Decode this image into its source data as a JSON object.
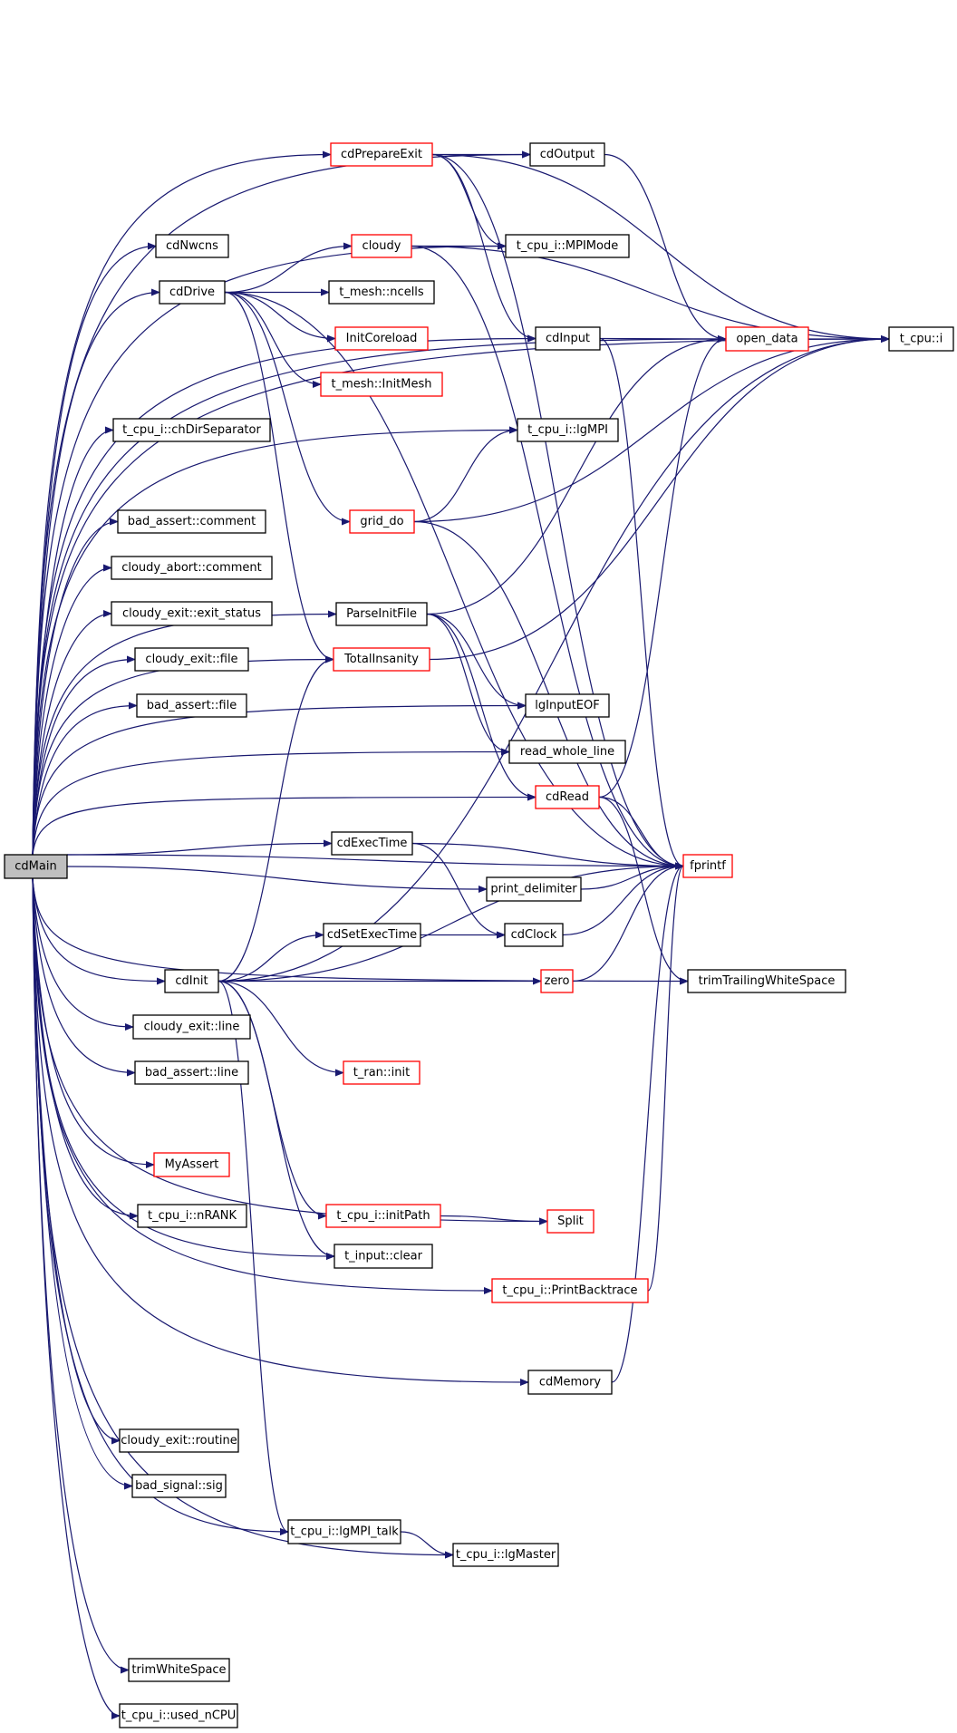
{
  "graph": {
    "type": "call-graph",
    "root": "cdMain",
    "edge_color": "#191970",
    "node_border_normal": "#000000",
    "node_border_truncated": "#ff0000",
    "root_fill": "#bfbfbf",
    "nodes": [
      {
        "id": "cdMain",
        "label": "cdMain",
        "truncated": false
      },
      {
        "id": "cdPrepareExit",
        "label": "cdPrepareExit",
        "truncated": true
      },
      {
        "id": "cdOutput",
        "label": "cdOutput",
        "truncated": false
      },
      {
        "id": "cdNwcns",
        "label": "cdNwcns",
        "truncated": false
      },
      {
        "id": "cloudy",
        "label": "cloudy",
        "truncated": true
      },
      {
        "id": "MPIMode",
        "label": "t_cpu_i::MPIMode",
        "truncated": false
      },
      {
        "id": "cdDrive",
        "label": "cdDrive",
        "truncated": false
      },
      {
        "id": "ncells",
        "label": "t_mesh::ncells",
        "truncated": false
      },
      {
        "id": "InitCoreload",
        "label": "InitCoreload",
        "truncated": true
      },
      {
        "id": "cdInput",
        "label": "cdInput",
        "truncated": false
      },
      {
        "id": "open_data",
        "label": "open_data",
        "truncated": true
      },
      {
        "id": "tcpui",
        "label": "t_cpu::i",
        "truncated": false
      },
      {
        "id": "InitMesh",
        "label": "t_mesh::InitMesh",
        "truncated": true
      },
      {
        "id": "chDirSeparator",
        "label": "t_cpu_i::chDirSeparator",
        "truncated": false
      },
      {
        "id": "lgMPI",
        "label": "t_cpu_i::lgMPI",
        "truncated": false
      },
      {
        "id": "ba_comment",
        "label": "bad_assert::comment",
        "truncated": false
      },
      {
        "id": "grid_do",
        "label": "grid_do",
        "truncated": true
      },
      {
        "id": "ca_comment",
        "label": "cloudy_abort::comment",
        "truncated": false
      },
      {
        "id": "exit_status",
        "label": "cloudy_exit::exit_status",
        "truncated": false
      },
      {
        "id": "ParseInitFile",
        "label": "ParseInitFile",
        "truncated": false
      },
      {
        "id": "ce_file",
        "label": "cloudy_exit::file",
        "truncated": false
      },
      {
        "id": "TotalInsanity",
        "label": "TotalInsanity",
        "truncated": true
      },
      {
        "id": "ba_file",
        "label": "bad_assert::file",
        "truncated": false
      },
      {
        "id": "lgInputEOF",
        "label": "lgInputEOF",
        "truncated": false
      },
      {
        "id": "read_whole_line",
        "label": "read_whole_line",
        "truncated": false
      },
      {
        "id": "cdRead",
        "label": "cdRead",
        "truncated": true
      },
      {
        "id": "cdExecTime",
        "label": "cdExecTime",
        "truncated": false
      },
      {
        "id": "fprintf",
        "label": "fprintf",
        "truncated": true
      },
      {
        "id": "print_delimiter",
        "label": "print_delimiter",
        "truncated": false
      },
      {
        "id": "cdSetExecTime",
        "label": "cdSetExecTime",
        "truncated": false
      },
      {
        "id": "cdClock",
        "label": "cdClock",
        "truncated": false
      },
      {
        "id": "cdInit",
        "label": "cdInit",
        "truncated": false
      },
      {
        "id": "zero",
        "label": "zero",
        "truncated": true
      },
      {
        "id": "trimTrailing",
        "label": "trimTrailingWhiteSpace",
        "truncated": false
      },
      {
        "id": "ce_line",
        "label": "cloudy_exit::line",
        "truncated": false
      },
      {
        "id": "ba_line",
        "label": "bad_assert::line",
        "truncated": false
      },
      {
        "id": "ran_init",
        "label": "t_ran::init",
        "truncated": true
      },
      {
        "id": "MyAssert",
        "label": "MyAssert",
        "truncated": true
      },
      {
        "id": "nRANK",
        "label": "t_cpu_i::nRANK",
        "truncated": false
      },
      {
        "id": "initPath",
        "label": "t_cpu_i::initPath",
        "truncated": true
      },
      {
        "id": "Split",
        "label": "Split",
        "truncated": true
      },
      {
        "id": "input_clear",
        "label": "t_input::clear",
        "truncated": false
      },
      {
        "id": "PrintBacktrace",
        "label": "t_cpu_i::PrintBacktrace",
        "truncated": true
      },
      {
        "id": "cdMemory",
        "label": "cdMemory",
        "truncated": false
      },
      {
        "id": "ce_routine",
        "label": "cloudy_exit::routine",
        "truncated": false
      },
      {
        "id": "bs_sig",
        "label": "bad_signal::sig",
        "truncated": false
      },
      {
        "id": "lgMPI_talk",
        "label": "t_cpu_i::lgMPI_talk",
        "truncated": false
      },
      {
        "id": "lgMaster",
        "label": "t_cpu_i::lgMaster",
        "truncated": false
      },
      {
        "id": "trimWhiteSpace",
        "label": "trimWhiteSpace",
        "truncated": false
      },
      {
        "id": "used_nCPU",
        "label": "t_cpu_i::used_nCPU",
        "truncated": false
      }
    ],
    "edges": [
      [
        "cdMain",
        "tcpui"
      ],
      [
        "cdMain",
        "cdOutput"
      ],
      [
        "cdMain",
        "open_data"
      ],
      [
        "cdMain",
        "cdPrepareExit"
      ],
      [
        "cdMain",
        "MPIMode"
      ],
      [
        "cdMain",
        "cdNwcns"
      ],
      [
        "cdMain",
        "cdDrive"
      ],
      [
        "cdMain",
        "cdInput"
      ],
      [
        "cdMain",
        "chDirSeparator"
      ],
      [
        "cdMain",
        "lgMPI"
      ],
      [
        "cdMain",
        "ba_comment"
      ],
      [
        "cdMain",
        "fprintf"
      ],
      [
        "cdMain",
        "ca_comment"
      ],
      [
        "cdMain",
        "exit_status"
      ],
      [
        "cdMain",
        "ParseInitFile"
      ],
      [
        "cdMain",
        "TotalInsanity"
      ],
      [
        "cdMain",
        "ce_file"
      ],
      [
        "cdMain",
        "ba_file"
      ],
      [
        "cdMain",
        "lgInputEOF"
      ],
      [
        "cdMain",
        "read_whole_line"
      ],
      [
        "cdMain",
        "cdRead"
      ],
      [
        "cdMain",
        "cdExecTime"
      ],
      [
        "cdMain",
        "print_delimiter"
      ],
      [
        "cdMain",
        "cdInit"
      ],
      [
        "cdMain",
        "ce_line"
      ],
      [
        "cdMain",
        "ba_line"
      ],
      [
        "cdMain",
        "MyAssert"
      ],
      [
        "cdMain",
        "nRANK"
      ],
      [
        "cdMain",
        "input_clear"
      ],
      [
        "cdMain",
        "Split"
      ],
      [
        "cdMain",
        "PrintBacktrace"
      ],
      [
        "cdMain",
        "cdMemory"
      ],
      [
        "cdMain",
        "ce_routine"
      ],
      [
        "cdMain",
        "bs_sig"
      ],
      [
        "cdMain",
        "lgMPI_talk"
      ],
      [
        "cdMain",
        "lgMaster"
      ],
      [
        "cdMain",
        "trimTrailing"
      ],
      [
        "cdMain",
        "trimWhiteSpace"
      ],
      [
        "cdMain",
        "used_nCPU"
      ],
      [
        "cdPrepareExit",
        "cdOutput"
      ],
      [
        "cdPrepareExit",
        "tcpui"
      ],
      [
        "cdPrepareExit",
        "MPIMode"
      ],
      [
        "cdPrepareExit",
        "cdInput"
      ],
      [
        "cdPrepareExit",
        "fprintf"
      ],
      [
        "cdOutput",
        "open_data"
      ],
      [
        "cloudy",
        "MPIMode"
      ],
      [
        "cloudy",
        "tcpui"
      ],
      [
        "cloudy",
        "fprintf"
      ],
      [
        "cdDrive",
        "cloudy"
      ],
      [
        "cdDrive",
        "ncells"
      ],
      [
        "cdDrive",
        "InitCoreload"
      ],
      [
        "cdDrive",
        "InitMesh"
      ],
      [
        "cdDrive",
        "grid_do"
      ],
      [
        "cdDrive",
        "TotalInsanity"
      ],
      [
        "cdDrive",
        "fprintf"
      ],
      [
        "cdInput",
        "open_data"
      ],
      [
        "cdInput",
        "fprintf"
      ],
      [
        "open_data",
        "tcpui"
      ],
      [
        "grid_do",
        "lgMPI"
      ],
      [
        "grid_do",
        "tcpui"
      ],
      [
        "grid_do",
        "fprintf"
      ],
      [
        "ParseInitFile",
        "open_data"
      ],
      [
        "ParseInitFile",
        "lgInputEOF"
      ],
      [
        "ParseInitFile",
        "read_whole_line"
      ],
      [
        "ParseInitFile",
        "cdRead"
      ],
      [
        "TotalInsanity",
        "tcpui"
      ],
      [
        "cdRead",
        "open_data"
      ],
      [
        "cdRead",
        "fprintf"
      ],
      [
        "cdRead",
        "trimTrailing"
      ],
      [
        "cdExecTime",
        "fprintf"
      ],
      [
        "cdExecTime",
        "cdClock"
      ],
      [
        "print_delimiter",
        "fprintf"
      ],
      [
        "cdSetExecTime",
        "cdClock"
      ],
      [
        "cdClock",
        "fprintf"
      ],
      [
        "zero",
        "fprintf"
      ],
      [
        "cdInit",
        "TotalInsanity"
      ],
      [
        "cdInit",
        "cdSetExecTime"
      ],
      [
        "cdInit",
        "zero"
      ],
      [
        "cdInit",
        "fprintf"
      ],
      [
        "cdInit",
        "ran_init"
      ],
      [
        "cdInit",
        "initPath"
      ],
      [
        "cdInit",
        "input_clear"
      ],
      [
        "cdInit",
        "lgMPI_talk"
      ],
      [
        "cdInit",
        "tcpui"
      ],
      [
        "initPath",
        "Split"
      ],
      [
        "PrintBacktrace",
        "fprintf"
      ],
      [
        "cdMemory",
        "fprintf"
      ],
      [
        "lgMPI_talk",
        "lgMaster"
      ]
    ]
  }
}
